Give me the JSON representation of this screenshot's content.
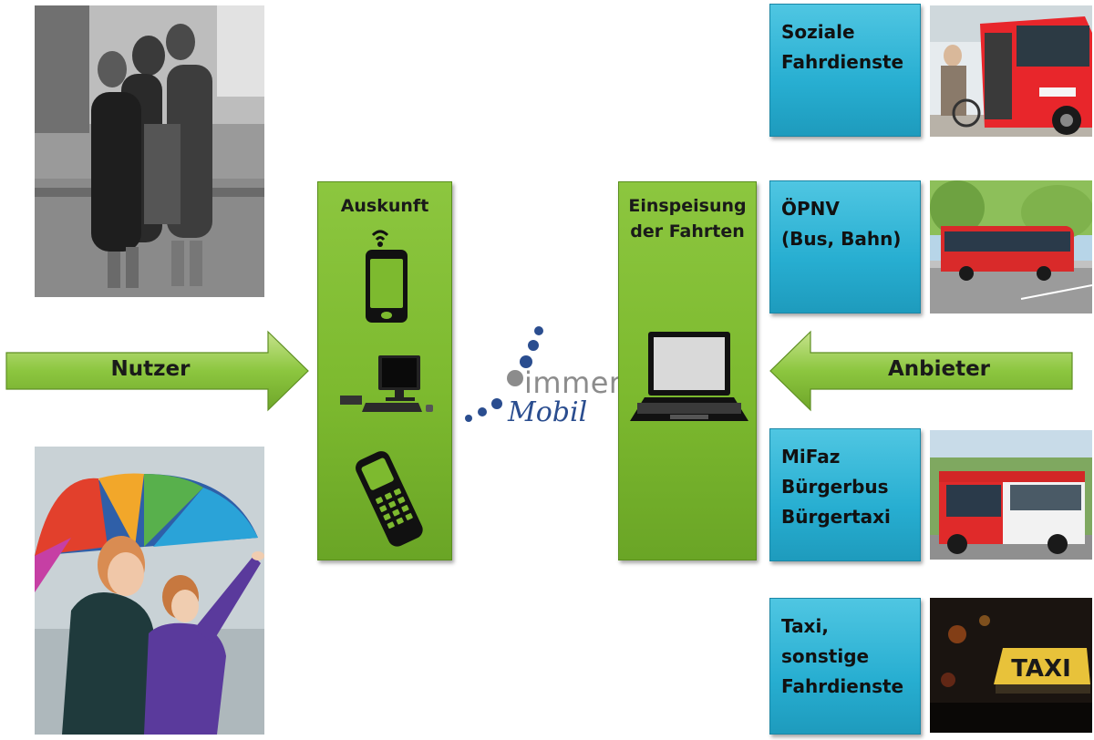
{
  "left": {
    "arrow_label": "Nutzer",
    "photo_top": "older-women-photo",
    "photo_bottom": "woman-child-umbrella-photo"
  },
  "center": {
    "info_box": {
      "title": "Auskunft"
    },
    "feed_box": {
      "title": "Einspeisung\nder Fahrten"
    },
    "logo": {
      "word1": "immer",
      "word2": "Mobil",
      "color": "#2a4d8f"
    }
  },
  "right": {
    "arrow_label": "Anbieter",
    "services": [
      {
        "label": "Soziale\nFahrdienste",
        "photo": "red-minibus-wheelchair"
      },
      {
        "label": "ÖPNV\n(Bus, Bahn)",
        "photo": "red-city-bus"
      },
      {
        "label": "MiFaz\nBürgerbus\nBürgertaxi",
        "photo": "red-white-minibus"
      },
      {
        "label": "Taxi,\nsonstige\nFahrdienste",
        "photo": "taxi-sign-night"
      }
    ]
  },
  "colors": {
    "green": "#7dba2f",
    "blue": "#27aed1",
    "arrow_green": "#8cc63f"
  }
}
